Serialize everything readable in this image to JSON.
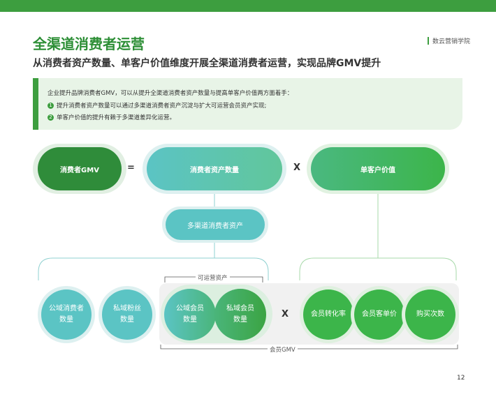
{
  "header": {
    "title": "全渠道消费者运营",
    "subtitle": "从消费者资产数量、单客户价值维度开展全渠道消费者运营，实现品牌GMV提升",
    "brand": "数云营销学院"
  },
  "intro": {
    "lead": "企业提升品牌消费者GMV，可以从提升全渠道消费者资产数量与提高单客户价值两方面着手：",
    "points": [
      {
        "num": "1",
        "text": "提升消费者资产数量可以通过多渠道消费者资产沉淀与扩大可运营会员资产实现;"
      },
      {
        "num": "2",
        "text": "单客户价值的提升有赖于多渠道差异化运营。"
      }
    ]
  },
  "equation": {
    "gmv": "消费者GMV",
    "equals": "=",
    "asset_count": "消费者资产数量",
    "times": "X",
    "customer_value": "单客户价值"
  },
  "multi_channel": "多渠道消费者资产",
  "assets": {
    "public_domain": [
      "公域消费者",
      "数量"
    ],
    "private_fans": [
      "私域粉丝",
      "数量"
    ],
    "operable_label": "可运营资产",
    "public_members": [
      "公域会员",
      "数量"
    ],
    "private_members": [
      "私域会员",
      "数量"
    ]
  },
  "multiplier": "X",
  "value_factors": [
    "会员转化率",
    "会员客单价",
    "购买次数"
  ],
  "member_gmv": "会员GMV",
  "page_number": "12",
  "colors": {
    "dark_green": "#2f8c3a",
    "green": "#3cb54a",
    "teal": "#5bc4c4",
    "accent": "#3d9e3f"
  }
}
